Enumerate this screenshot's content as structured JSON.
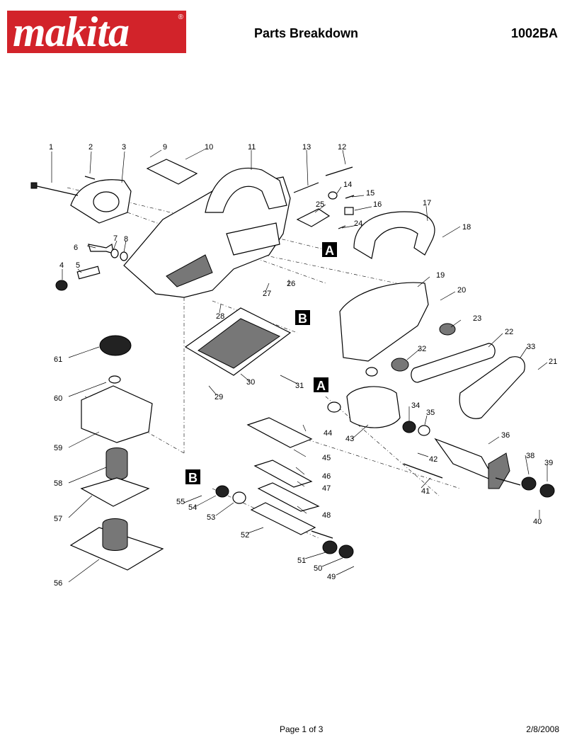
{
  "header": {
    "logo_text": "makita",
    "logo_reg": "®",
    "title": "Parts Breakdown",
    "model": "1002BA"
  },
  "footer": {
    "page": "Page 1 of 3",
    "date": "2/8/2008"
  },
  "colors": {
    "brand_red": "#d2232a"
  },
  "callouts": [
    "1",
    "2",
    "3",
    "4",
    "5",
    "6",
    "7",
    "8",
    "9",
    "10",
    "11",
    "12",
    "13",
    "14",
    "15",
    "16",
    "17",
    "18",
    "19",
    "20",
    "21",
    "22",
    "23",
    "24",
    "25",
    "26",
    "27",
    "28",
    "29",
    "30",
    "31",
    "32",
    "33",
    "34",
    "35",
    "36",
    "38",
    "39",
    "40",
    "41",
    "42",
    "43",
    "44",
    "45",
    "46",
    "47",
    "48",
    "49",
    "50",
    "51",
    "52",
    "53",
    "54",
    "55",
    "56",
    "57",
    "58",
    "59",
    "60",
    "61"
  ],
  "section_markers": [
    "A",
    "B",
    "A",
    "B"
  ]
}
